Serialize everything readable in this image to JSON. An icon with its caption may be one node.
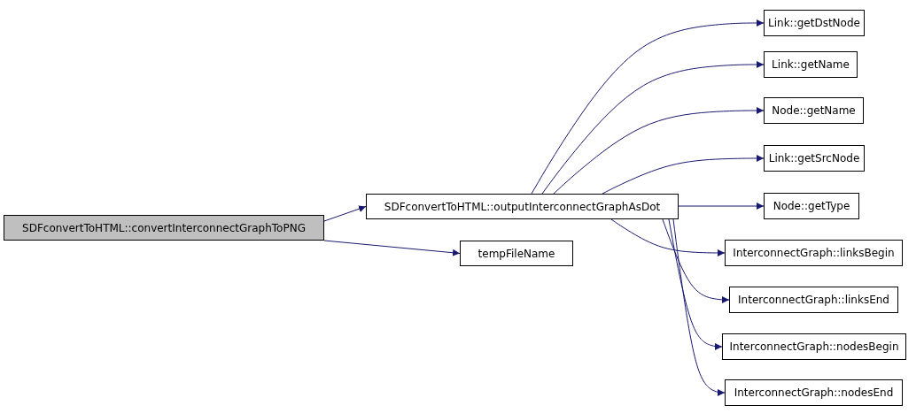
{
  "diagram": {
    "nodes": [
      {
        "text": [
          "SDFconvertToHTML::convertInterconnectGraphToPNG"
        ]
      },
      {
        "text": [
          "SDFconvertToHTML::outputInterconnectGraphAsDot"
        ]
      },
      {
        "text": [
          "tempFileName"
        ]
      },
      {
        "text": [
          "Link::getDstNode"
        ]
      },
      {
        "text": [
          "Link::getName"
        ]
      },
      {
        "text": [
          "Node::getName"
        ]
      },
      {
        "text": [
          "Link::getSrcNode"
        ]
      },
      {
        "text": [
          "Node::getType"
        ]
      },
      {
        "text": [
          "InterconnectGraph::linksBegin"
        ]
      },
      {
        "text": [
          "InterconnectGraph::linksEnd"
        ]
      },
      {
        "text": [
          "InterconnectGraph::nodesBegin"
        ]
      },
      {
        "text": [
          "InterconnectGraph::nodesEnd"
        ]
      }
    ],
    "edges": [
      {
        "from": 0,
        "to": 1,
        "arrow": "to"
      },
      {
        "from": 0,
        "to": 2,
        "arrow": "to"
      },
      {
        "from": 1,
        "to": 3,
        "arrow": "to"
      },
      {
        "from": 1,
        "to": 4,
        "arrow": "to"
      },
      {
        "from": 1,
        "to": 5,
        "arrow": "to"
      },
      {
        "from": 1,
        "to": 6,
        "arrow": "to"
      },
      {
        "from": 1,
        "to": 7,
        "arrow": "to"
      },
      {
        "from": 1,
        "to": 8,
        "arrow": "to"
      },
      {
        "from": 1,
        "to": 9,
        "arrow": "to"
      },
      {
        "from": 1,
        "to": 10,
        "arrow": "to"
      },
      {
        "from": 1,
        "to": 11,
        "arrow": "to"
      }
    ]
  }
}
